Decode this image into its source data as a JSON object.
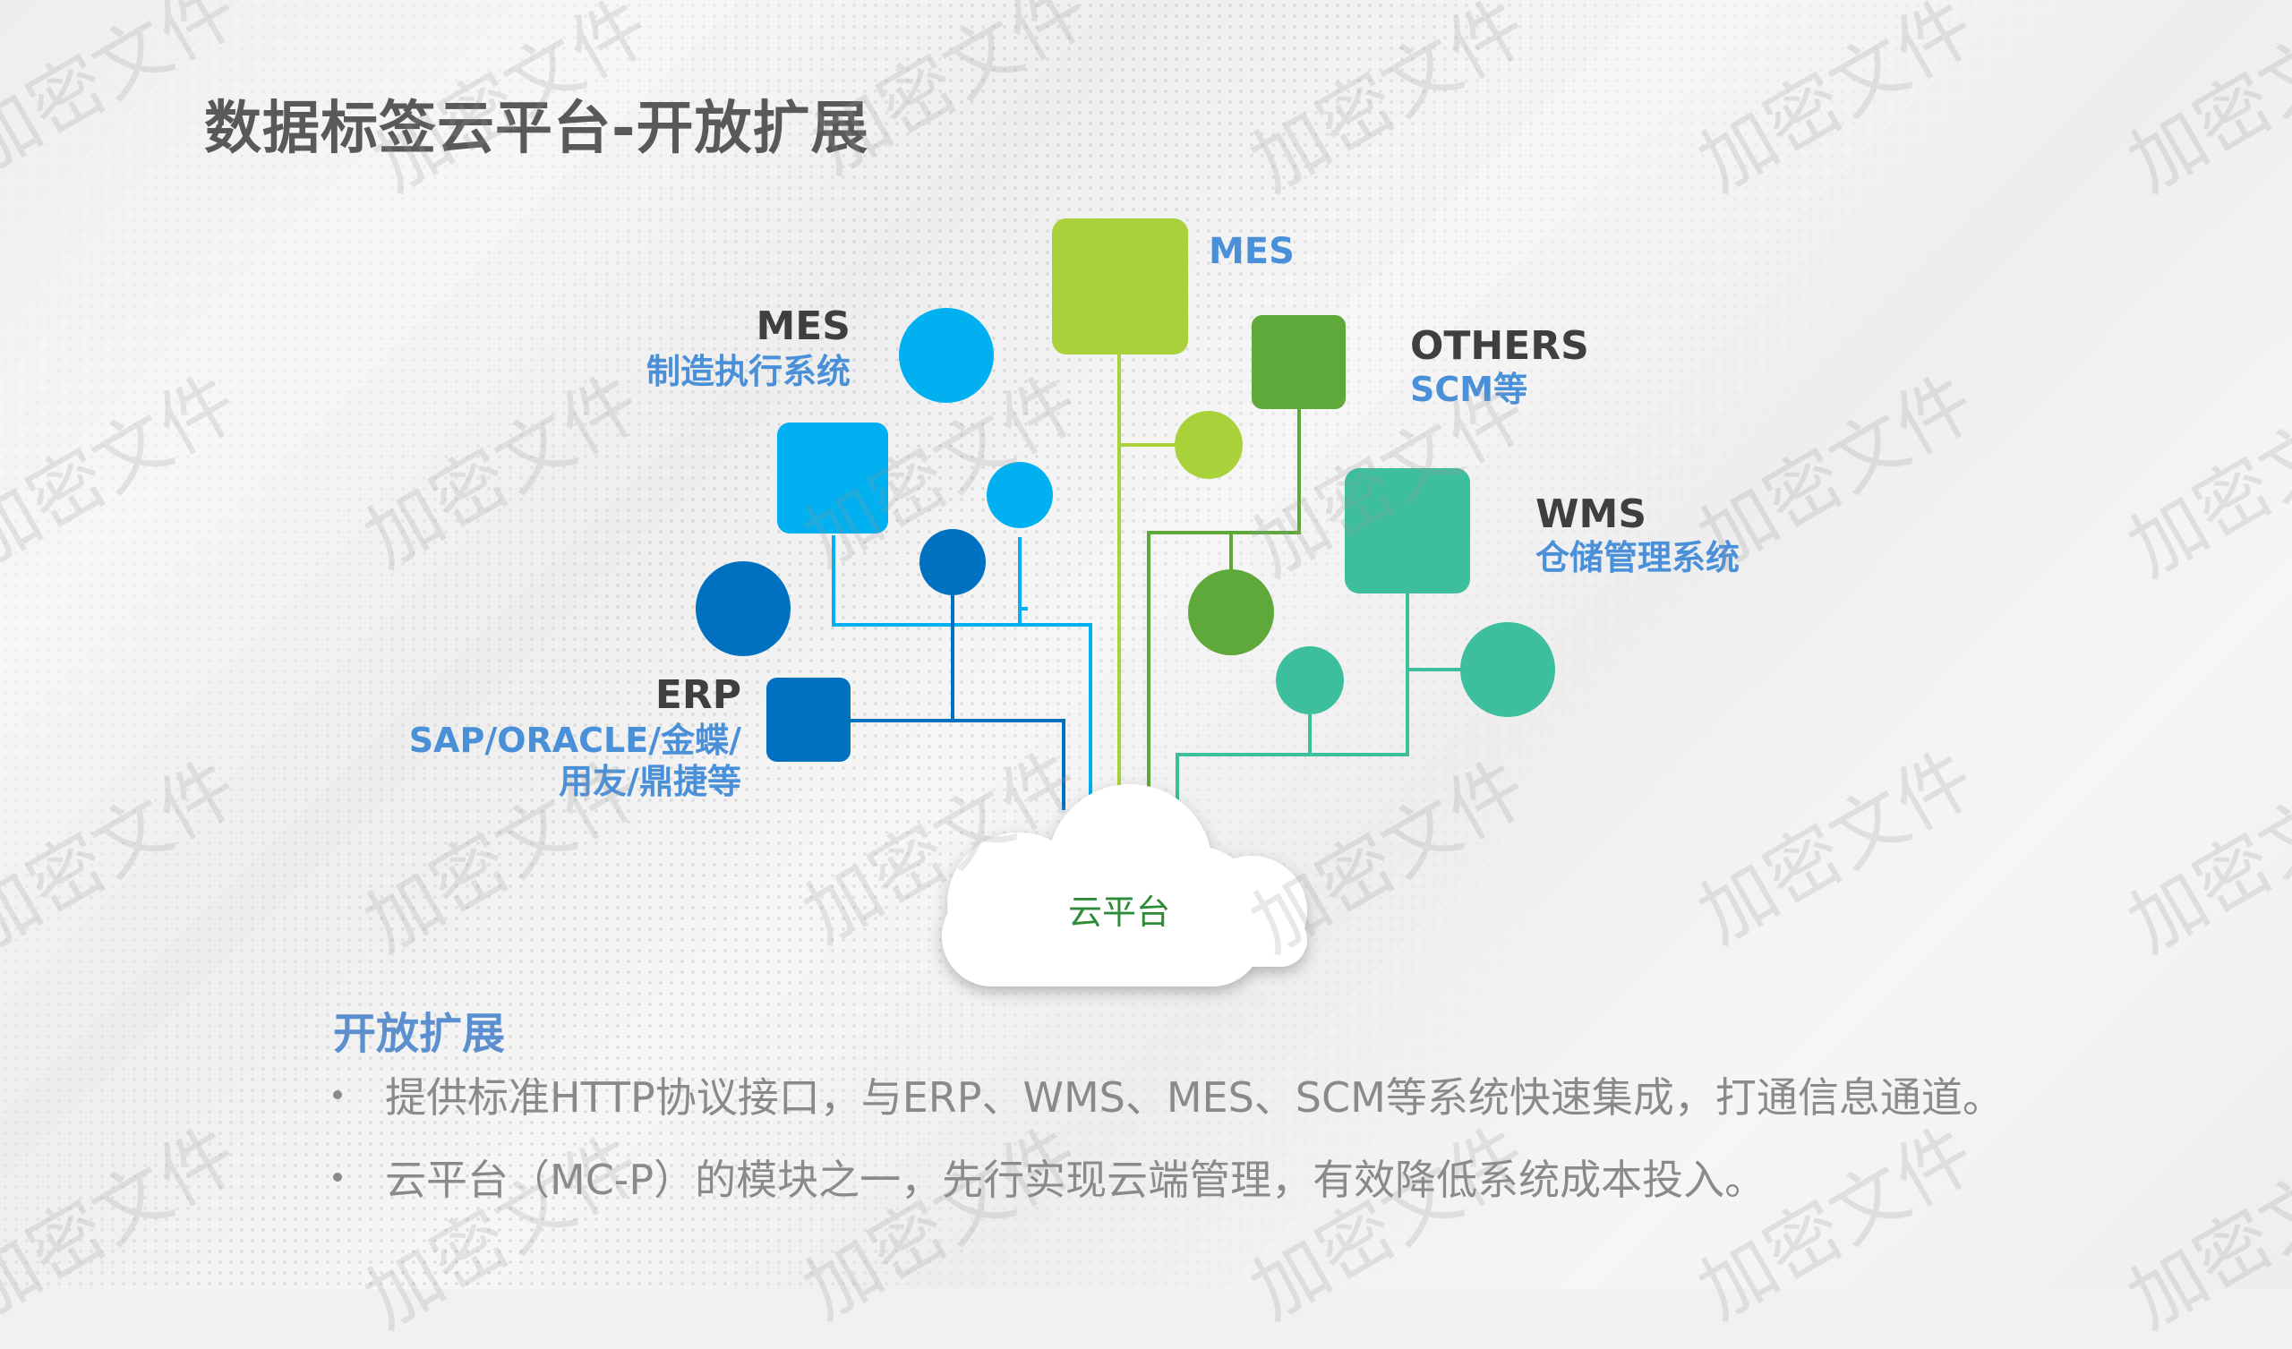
{
  "page": {
    "title": "数据标签云平台-开放扩展",
    "watermark": "加密文件"
  },
  "diagram": {
    "center": {
      "label": "云平台"
    },
    "nodes": [
      {
        "name": "MES",
        "desc": ""
      },
      {
        "name": "MES",
        "desc": "制造执行系统"
      },
      {
        "name": "OTHERS",
        "desc": "SCM等"
      },
      {
        "name": "WMS",
        "desc": "仓储管理系统"
      },
      {
        "name": "ERP",
        "desc_line1": "SAP/ORACLE/金蝶/",
        "desc_line2": "用友/鼎捷等"
      }
    ],
    "colors": {
      "sky": "#00b0f0",
      "blue": "#0070c0",
      "lime": "#a9d139",
      "green": "#5fa83a",
      "teal": "#3dbf9e",
      "center_text": "#2e8b3a"
    }
  },
  "section": {
    "heading": "开放扩展",
    "bullets": [
      "提供标准HTTP协议接口，与ERP、WMS、MES、SCM等系统快速集成，打通信息通道。",
      "云平台（MC-P）的模块之一，先行实现云端管理，有效降低系统成本投入。"
    ]
  }
}
